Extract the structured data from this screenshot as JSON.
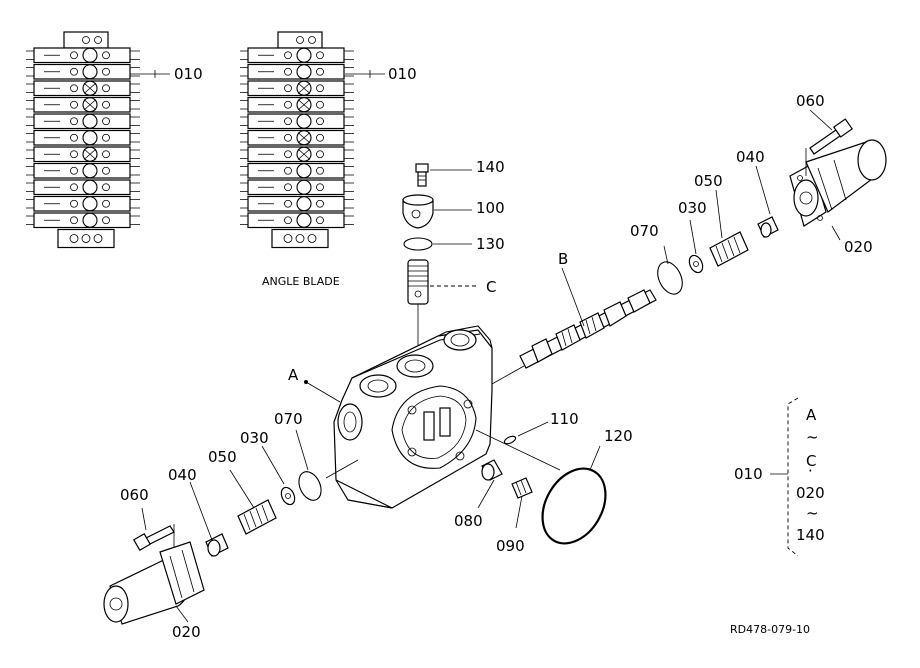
{
  "labels": {
    "stack_left_010": "010",
    "stack_right_010": "010",
    "angle_blade": "ANGLE BLADE",
    "p140": "140",
    "p100": "100",
    "p130": "130",
    "pC": "C",
    "pB": "B",
    "pA": "A",
    "p060_top": "060",
    "p040_top": "040",
    "p050_top": "050",
    "p030_top": "030",
    "p070_top": "070",
    "p020_top": "020",
    "p110": "110",
    "p120": "120",
    "p070_bot": "070",
    "p030_bot": "030",
    "p050_bot": "050",
    "p040_bot": "040",
    "p060_bot": "060",
    "p020_bot": "020",
    "p080": "080",
    "p090": "090",
    "legend_010": "010",
    "legend_A": "A",
    "legend_tilde1": "~",
    "legend_C": "C",
    "legend_dot": "·",
    "legend_020": "020",
    "legend_tilde2": "~",
    "legend_140": "140",
    "drawing_no": "RD478-079-10"
  },
  "colors": {
    "ink": "#000000",
    "paper": "#ffffff"
  }
}
